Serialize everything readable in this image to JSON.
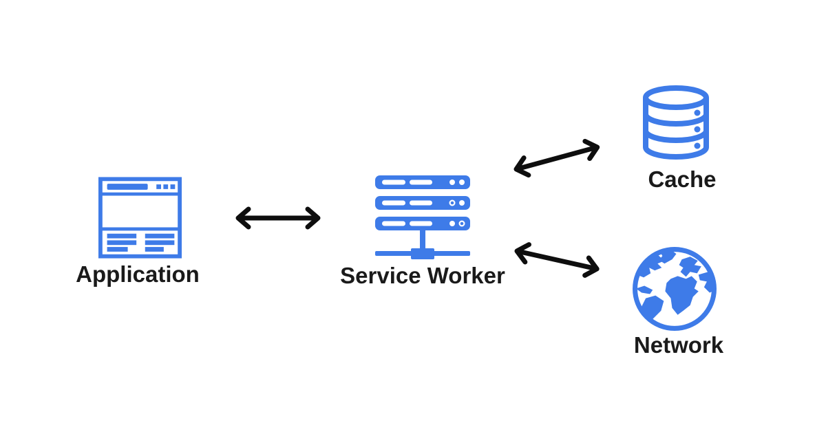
{
  "colors": {
    "accent_blue": "#3E7BE8",
    "arrow_black": "#0E0E0E",
    "label_text": "#1A1A1A",
    "background": "#FFFFFF"
  },
  "nodes": {
    "application": {
      "label": "Application",
      "icon": "browser-window-icon"
    },
    "service_worker": {
      "label": "Service Worker",
      "icon": "server-stack-icon"
    },
    "cache": {
      "label": "Cache",
      "icon": "database-cylinder-icon"
    },
    "network": {
      "label": "Network",
      "icon": "globe-icon"
    }
  },
  "edges": [
    {
      "from": "Application",
      "to": "Service Worker",
      "style": "double-headed-arrow"
    },
    {
      "from": "Service Worker",
      "to": "Cache",
      "style": "double-headed-arrow"
    },
    {
      "from": "Service Worker",
      "to": "Network",
      "style": "double-headed-arrow"
    }
  ]
}
